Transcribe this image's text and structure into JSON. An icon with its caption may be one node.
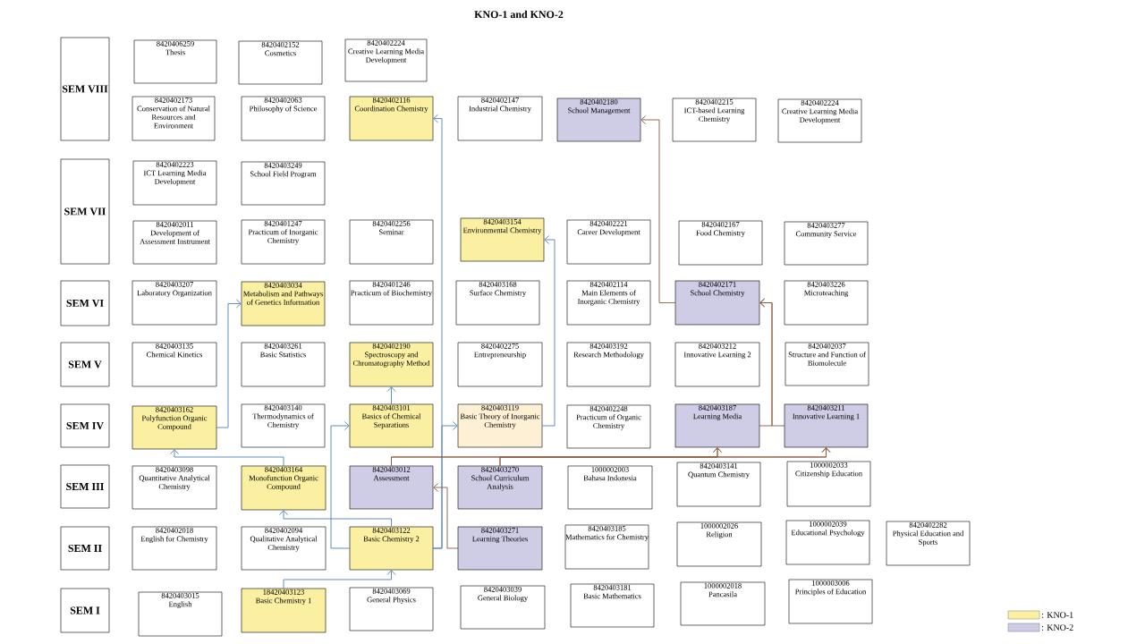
{
  "diagram": {
    "title": "KNO-1 and KNO-2",
    "nodes": [
      {
        "text": [
          "SEM VIII"
        ]
      },
      {
        "text": [
          "8420406259",
          "Thesis"
        ]
      },
      {
        "text": [
          "8420402152",
          "Cosmetics"
        ]
      },
      {
        "text": [
          "8420402224",
          "Creative Learning Media Development"
        ]
      },
      {
        "text": [
          "8420402173",
          "Conservation of Natural Resources and Environment"
        ]
      },
      {
        "text": [
          "8420402063",
          "Philosophy of Science"
        ]
      },
      {
        "text": [
          "8420402116",
          "Coordination Chemistry"
        ]
      },
      {
        "text": [
          "8420402147",
          "Industrial Chemistry"
        ]
      },
      {
        "text": [
          "8420402180",
          "School Management"
        ]
      },
      {
        "text": [
          "8420402215",
          "ICT-based Learning Chemistry"
        ]
      },
      {
        "text": [
          "8420402224",
          "Creative Learning Media Development"
        ]
      },
      {
        "text": [
          "SEM VII"
        ]
      },
      {
        "text": [
          "8420402223",
          "ICT Learning Media Development"
        ]
      },
      {
        "text": [
          "8420403249",
          "School Field Program"
        ]
      },
      {
        "text": [
          "8420402011",
          "Development of Assessment Instrument"
        ]
      },
      {
        "text": [
          "8420401247",
          "Practicum of Inorganic Chemistry"
        ]
      },
      {
        "text": [
          "8420402256",
          "Seminar"
        ]
      },
      {
        "text": [
          "8420403154",
          "Environmental Chemistry"
        ]
      },
      {
        "text": [
          "8420402221",
          "Career Development"
        ]
      },
      {
        "text": [
          "8420402167",
          "Food Chemistry"
        ]
      },
      {
        "text": [
          "8420403277",
          "Community Service"
        ]
      },
      {
        "text": [
          "SEM VI"
        ]
      },
      {
        "text": [
          "8420403207",
          "Laboratory Organization"
        ]
      },
      {
        "text": [
          "8420403034",
          "Metabolism and Pathways of Genetics Information"
        ]
      },
      {
        "text": [
          "8420401246",
          "Practicum of Biochemistry"
        ]
      },
      {
        "text": [
          "8420403168",
          "Surface Chemistry"
        ]
      },
      {
        "text": [
          "8420402114",
          "Main Elements of Inorganic Chemistry"
        ]
      },
      {
        "text": [
          "8420402171",
          "School Chemistry"
        ]
      },
      {
        "text": [
          "8420403226",
          "Microteaching"
        ]
      },
      {
        "text": [
          "SEM V"
        ]
      },
      {
        "text": [
          "8420403135",
          "Chemical Kinetics"
        ]
      },
      {
        "text": [
          "8420403261",
          "Basic Statistics"
        ]
      },
      {
        "text": [
          "8420402190",
          "Spectroscopy and Chromatography Method"
        ]
      },
      {
        "text": [
          "8420402275",
          "Entrepreneurship"
        ]
      },
      {
        "text": [
          "8420403192",
          "Research Methodology"
        ]
      },
      {
        "text": [
          "8420403212",
          "Innovative Learning 2"
        ]
      },
      {
        "text": [
          "8420402037",
          "Structure and Function of Biomolecule"
        ]
      },
      {
        "text": [
          "SEM IV"
        ]
      },
      {
        "text": [
          "8420403162",
          "Polyfunction Organic Compound"
        ]
      },
      {
        "text": [
          "8420403140",
          "Thermodynamics of Chemistry"
        ]
      },
      {
        "text": [
          "8420403101",
          "Basics of Chemical Separations"
        ]
      },
      {
        "text": [
          "8420403119",
          "Basic Theory of Inorganic Chemistry"
        ]
      },
      {
        "text": [
          "8420402248",
          "Practicum of Organic Chemistry"
        ]
      },
      {
        "text": [
          "8420403187",
          "Learning Media"
        ]
      },
      {
        "text": [
          "8420403211",
          "Innovative Learning 1"
        ]
      },
      {
        "text": [
          "SEM III"
        ]
      },
      {
        "text": [
          "8420403098",
          "Quantitative Analytical Chemistry"
        ]
      },
      {
        "text": [
          "8420403164",
          "Monofunction Organic Compound"
        ]
      },
      {
        "text": [
          "8420403012",
          "Assessment"
        ]
      },
      {
        "text": [
          "8420403270",
          "School Curriculum Analysis"
        ]
      },
      {
        "text": [
          "1000002003",
          "Bahasa Indonesia"
        ]
      },
      {
        "text": [
          "8420403141",
          "Quantum Chemistry"
        ]
      },
      {
        "text": [
          "1000002033",
          "Citizenship Education"
        ]
      },
      {
        "text": [
          "SEM II"
        ]
      },
      {
        "text": [
          "8420402018",
          "English for Chemistry"
        ]
      },
      {
        "text": [
          "8420402094",
          "Qualitative Analytical Chemistry"
        ]
      },
      {
        "text": [
          "8420403122",
          "Basic Chemistry 2"
        ]
      },
      {
        "text": [
          "8420403271",
          "Learning Theories"
        ]
      },
      {
        "text": [
          "8420403185",
          "Mathematics for Chemistry"
        ]
      },
      {
        "text": [
          "1000002026",
          "Religion"
        ]
      },
      {
        "text": [
          "1000002039",
          "Educational Psychology"
        ]
      },
      {
        "text": [
          "8420402282",
          "Physical Education and Sports"
        ]
      },
      {
        "text": [
          "SEM I"
        ]
      },
      {
        "text": [
          "8420403015",
          "English"
        ]
      },
      {
        "text": [
          "18420403123",
          "Basic Chemistry 1"
        ]
      },
      {
        "text": [
          "8420403069",
          "General Physics"
        ]
      },
      {
        "text": [
          "8420403039",
          "General Biology"
        ]
      },
      {
        "text": [
          "8420403181",
          "Basic Mathematics"
        ]
      },
      {
        "text": [
          "1000002018",
          "Pancasila"
        ]
      },
      {
        "text": [
          "1000003006",
          "Principles of Education"
        ]
      }
    ],
    "edges": [
      {
        "from": 64,
        "to": 56,
        "arrow": "to"
      },
      {
        "from": 56,
        "to": 47,
        "arrow": "to"
      },
      {
        "from": 47,
        "to": 38,
        "arrow": "to"
      },
      {
        "from": 38,
        "to": 23,
        "arrow": "to"
      },
      {
        "from": 56,
        "to": 40,
        "arrow": "to"
      },
      {
        "from": 40,
        "to": 32,
        "arrow": "to"
      },
      {
        "from": 56,
        "to": 41,
        "arrow": "to"
      },
      {
        "from": 56,
        "to": 6,
        "arrow": "to"
      },
      {
        "from": 41,
        "to": 17,
        "arrow": "to"
      },
      {
        "from": 57,
        "to": 48,
        "arrow": "to",
        "color": "#8c5a3c"
      },
      {
        "from": 48,
        "to": 43,
        "arrow": "to",
        "color": "#8c5a3c"
      },
      {
        "from": 48,
        "to": 44,
        "arrow": "to",
        "color": "#8c5a3c"
      },
      {
        "from": 49,
        "to": 43,
        "arrow": "to",
        "color": "#8c5a3c"
      },
      {
        "from": 49,
        "to": 44,
        "arrow": "to",
        "color": "#8c5a3c"
      },
      {
        "from": 43,
        "to": 27,
        "arrow": "to",
        "color": "#8c5a3c"
      },
      {
        "from": 44,
        "to": 27,
        "arrow": "to",
        "color": "#8c5a3c"
      },
      {
        "from": 27,
        "to": 8,
        "arrow": "to",
        "color": "#8c5a3c"
      }
    ],
    "legend": [
      {
        "text": ": KNO-1",
        "color": "#fbf0a2"
      },
      {
        "text": ": KNO-2",
        "color": "#cfcce6"
      }
    ]
  }
}
